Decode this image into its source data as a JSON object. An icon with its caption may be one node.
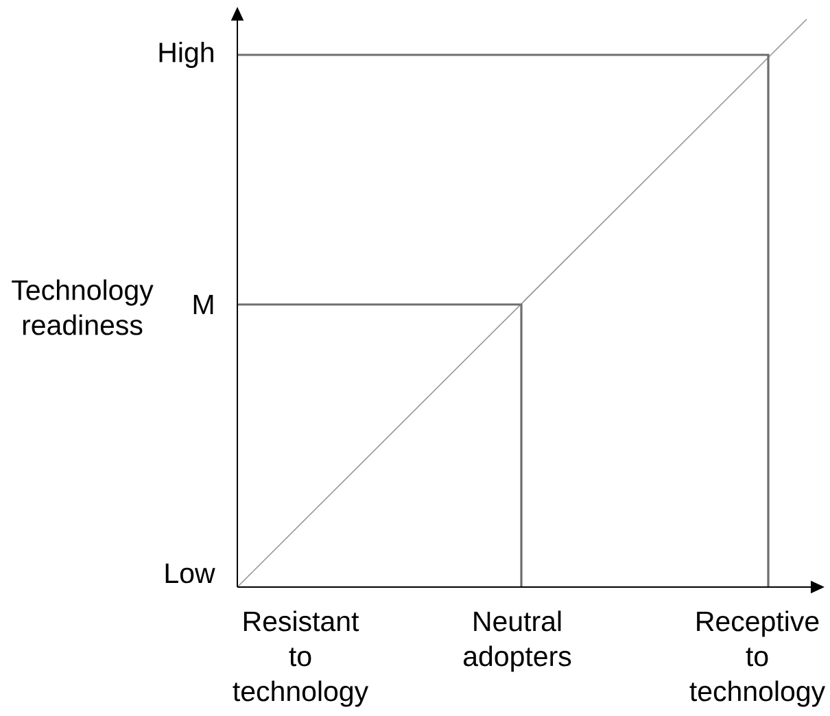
{
  "diagram": {
    "labels": [
      "High",
      "Technology readiness",
      "M",
      "Low",
      "Resistant to technology",
      "Neutral adopters",
      "Receptive to technology"
    ]
  }
}
